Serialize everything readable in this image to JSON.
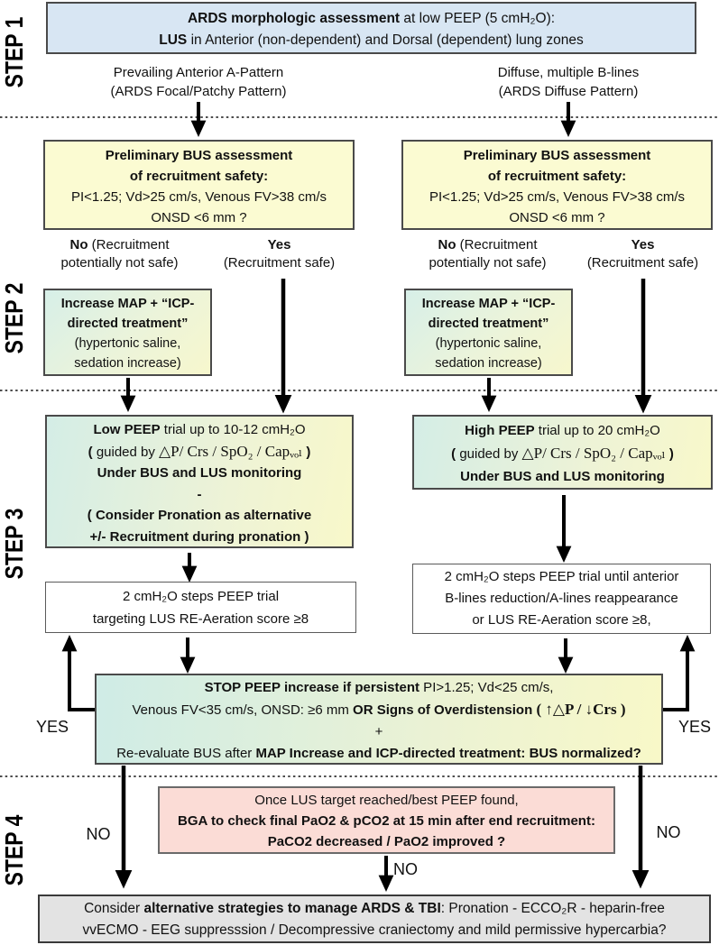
{
  "steps": {
    "s1": "STEP 1",
    "s2": "STEP 2",
    "s3": "STEP 3",
    "s4": "STEP 4"
  },
  "palette": {
    "header_blue": "#d8e6f3",
    "bus_yellow": "#fbfbd2",
    "gradient_green": "#d4ede6",
    "gradient_yellow": "#f8f8ca",
    "bga_pink": "#fbdcd6",
    "alt_gray": "#e3e3e3",
    "border_dark": "#4a4a4a",
    "arrow_black": "#000000"
  },
  "step1": {
    "header": {
      "bold1": "ARDS morphologic assessment",
      "rest1": " at low PEEP (5 cmH₂O):",
      "bold2": "LUS",
      "rest2": " in Anterior (non-dependent) and Dorsal (dependent)  lung zones"
    },
    "left_branch": {
      "line1": "Prevailing Anterior A-Pattern",
      "line2": "(ARDS Focal/Patchy Pattern)"
    },
    "right_branch": {
      "line1": "Diffuse, multiple B-lines",
      "line2": "(ARDS Diffuse Pattern)"
    }
  },
  "step2": {
    "bus_box": {
      "line1": "Preliminary BUS assessment",
      "line2": "of recruitment safety:",
      "line3": "PI<1.25; Vd>25 cm/s, Venous FV>38 cm/s",
      "line4": "ONSD <6 mm ?"
    },
    "no_label": {
      "bold": "No",
      "rest": " (Recruitment",
      "line2": "potentially not safe)"
    },
    "yes_label": {
      "bold": "Yes",
      "line2": "(Recruitment safe)"
    },
    "map_box": {
      "line1": "Increase MAP + “ICP-",
      "line2": "directed treatment”",
      "line3": "(hypertonic saline,",
      "line4": "sedation increase)"
    }
  },
  "step3": {
    "low_peep_box": {
      "l1b": "Low PEEP",
      "l1": " trial up to 10-12 cmH₂O",
      "l2a": "( ",
      "l2b": "guided by ",
      "l2c": "△P/ Crs / SpO₂ / Capᵥₒₗ",
      "l2d": " )",
      "l3": "Under BUS and LUS monitoring",
      "l4": "-",
      "l5": "( Consider Pronation as alternative",
      "l6": "+/- Recruitment during pronation )"
    },
    "high_peep_box": {
      "l1b": "High PEEP",
      "l1": " trial up to 20 cmH₂O",
      "l2a": "( ",
      "l2b": "guided by ",
      "l2c": "△P/ Crs / SpO₂ / Capᵥₒₗ",
      "l2d": " )",
      "l3": "Under BUS and LUS monitoring"
    },
    "left_trial_box": {
      "line1": "2 cmH₂O steps PEEP trial",
      "line2": "targeting  LUS RE-Aeration score ≥8"
    },
    "right_trial_box": {
      "line1": "2 cmH₂O steps PEEP trial until anterior",
      "line2": "B-lines reduction/A-lines reappearance",
      "line3": "or LUS RE-Aeration score ≥8,"
    },
    "stop_box": {
      "l1b": "STOP PEEP increase if persistent",
      "l1": " PI>1.25; Vd<25 cm/s,",
      "l2": "Venous FV<35 cm/s, ONSD: ≥6 mm  ",
      "l2b": "OR  Signs of Overdistension",
      "l2c": "  ( ↑△P / ↓Crs )",
      "l3": "+",
      "l4": "Re-evaluate BUS after ",
      "l4b": "MAP Increase and ICP-directed treatment: BUS normalized?"
    },
    "yes_left": "YES",
    "yes_right": "YES"
  },
  "step4": {
    "no_left": "NO",
    "no_right": "NO",
    "no_middle": "NO",
    "bga_box": {
      "line1": "Once LUS target reached/best PEEP found,",
      "line2": "BGA to check final PaO2 & pCO2 at 15 min after end recruitment:",
      "line3": "PaCO2 decreased / PaO2 improved ?"
    },
    "alt_box": {
      "l1a": "Consider ",
      "l1b": "alternative strategies to manage ARDS & TBI",
      "l1c": ":  Pronation -  ECCO₂R - heparin-free",
      "l2": "vvECMO - EEG suppresssion / Decompressive craniectomy and mild permissive hypercarbia?"
    }
  }
}
